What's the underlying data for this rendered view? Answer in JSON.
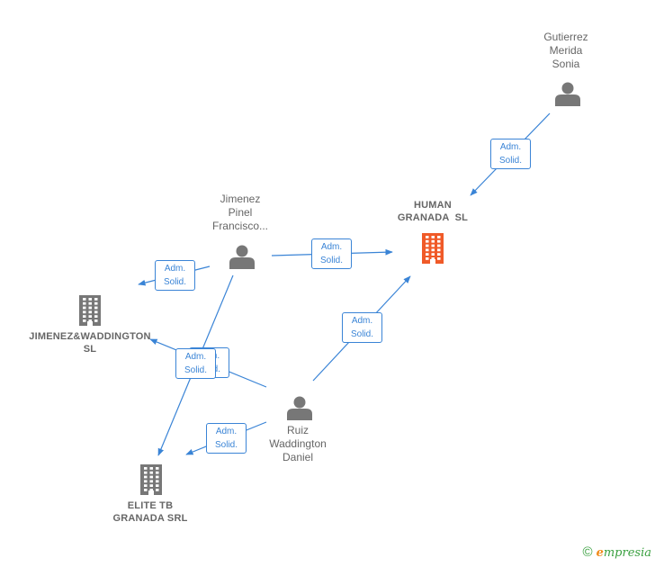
{
  "nodes": {
    "gutierrez": {
      "type": "person",
      "lines": [
        "Gutierrez",
        "Merida",
        "Sonia"
      ]
    },
    "jimenez_pinel": {
      "type": "person",
      "lines": [
        "Jimenez",
        "Pinel",
        "Francisco..."
      ]
    },
    "ruiz": {
      "type": "person",
      "lines": [
        "Ruiz",
        "Waddington",
        "Daniel"
      ]
    },
    "human_granada": {
      "type": "company",
      "highlight": true,
      "lines": [
        "HUMAN",
        "GRANADA  SL"
      ]
    },
    "jimenez_waddington": {
      "type": "company",
      "lines": [
        "JIMENEZ&WADDINGTON",
        "SL"
      ]
    },
    "elite_tb": {
      "type": "company",
      "lines": [
        "ELITE TB",
        "GRANADA SRL"
      ]
    }
  },
  "edges": [
    {
      "from": "gutierrez",
      "to": "human_granada",
      "label": [
        "Adm.",
        "Solid."
      ]
    },
    {
      "from": "jimenez_pinel",
      "to": "human_granada",
      "label": [
        "Adm.",
        "Solid."
      ]
    },
    {
      "from": "jimenez_pinel",
      "to": "jimenez_waddington",
      "label": [
        "Adm.",
        "Solid."
      ]
    },
    {
      "from": "jimenez_pinel",
      "to": "elite_tb",
      "label": [
        "Adm.",
        "Solid."
      ]
    },
    {
      "from": "ruiz",
      "to": "human_granada",
      "label": [
        "Adm.",
        "Solid."
      ]
    },
    {
      "from": "ruiz",
      "to": "jimenez_waddington",
      "label": [
        "Adm.",
        "Solid."
      ]
    },
    {
      "from": "ruiz",
      "to": "elite_tb",
      "label": [
        "Adm.",
        "Solid."
      ]
    }
  ],
  "colors": {
    "edge": "#3a84d6",
    "person_icon": "#777777",
    "company_icon": "#777777",
    "company_highlight": "#f05a28",
    "label_text": "#666666"
  },
  "brand": {
    "copyright": "©",
    "initial": "e",
    "rest": "mpresia"
  }
}
